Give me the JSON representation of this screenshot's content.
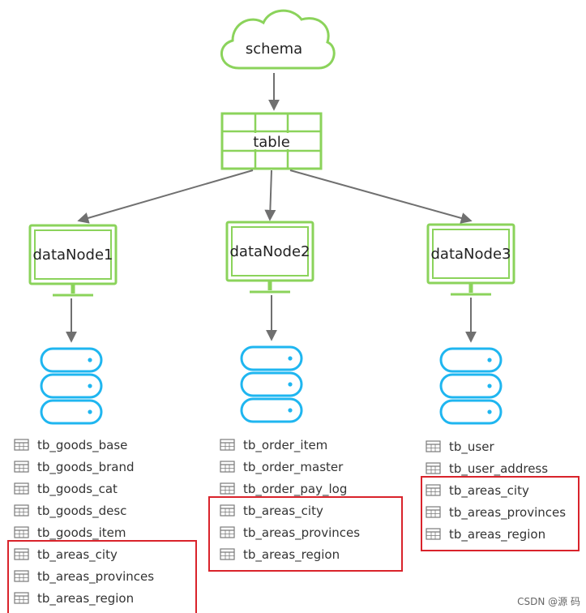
{
  "schema": {
    "label": "schema"
  },
  "table": {
    "label": "table"
  },
  "nodes": [
    {
      "label": "dataNode1",
      "tables": [
        "tb_goods_base",
        "tb_goods_brand",
        "tb_goods_cat",
        "tb_goods_desc",
        "tb_goods_item",
        "tb_areas_city",
        "tb_areas_provinces",
        "tb_areas_region"
      ],
      "highlight_from": 5
    },
    {
      "label": "dataNode2",
      "tables": [
        "tb_order_item",
        "tb_order_master",
        "tb_order_pay_log",
        "tb_areas_city",
        "tb_areas_provinces",
        "tb_areas_region"
      ],
      "highlight_from": 3
    },
    {
      "label": "dataNode3",
      "tables": [
        "tb_user",
        "tb_user_address",
        "tb_areas_city",
        "tb_areas_provinces",
        "tb_areas_region"
      ],
      "highlight_from": 2
    }
  ],
  "colors": {
    "green": "#8bd35b",
    "blue": "#1fb6f0",
    "arrow": "#707070",
    "highlight": "#d9232b",
    "table_icon": "#7a7a7a"
  },
  "watermark": "CSDN @源  码"
}
